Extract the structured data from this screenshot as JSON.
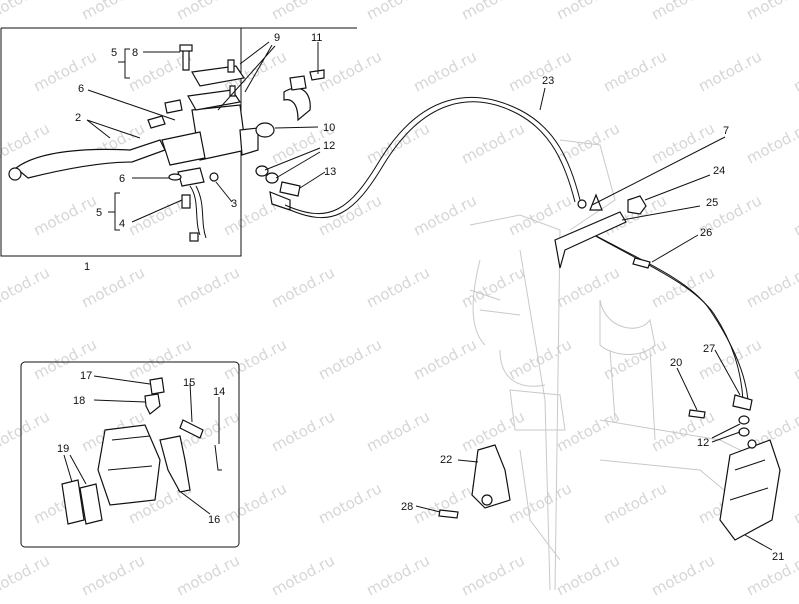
{
  "watermark": "motod.ru",
  "labels": {
    "l1": "1",
    "l2": "2",
    "l3": "3",
    "l4": "4",
    "l5a": "5",
    "l5b": "5",
    "l6a": "6",
    "l6b": "6",
    "l7": "7",
    "l8": "8",
    "l9": "9",
    "l10": "10",
    "l11": "11",
    "l12a": "12",
    "l12b": "12",
    "l13": "13",
    "l14": "14",
    "l15": "15",
    "l16": "16",
    "l17": "17",
    "l18": "18",
    "l19": "19",
    "l20": "20",
    "l21": "21",
    "l22": "22",
    "l23": "23",
    "l24": "24",
    "l25": "25",
    "l26": "26",
    "l27": "27",
    "l28": "28"
  }
}
